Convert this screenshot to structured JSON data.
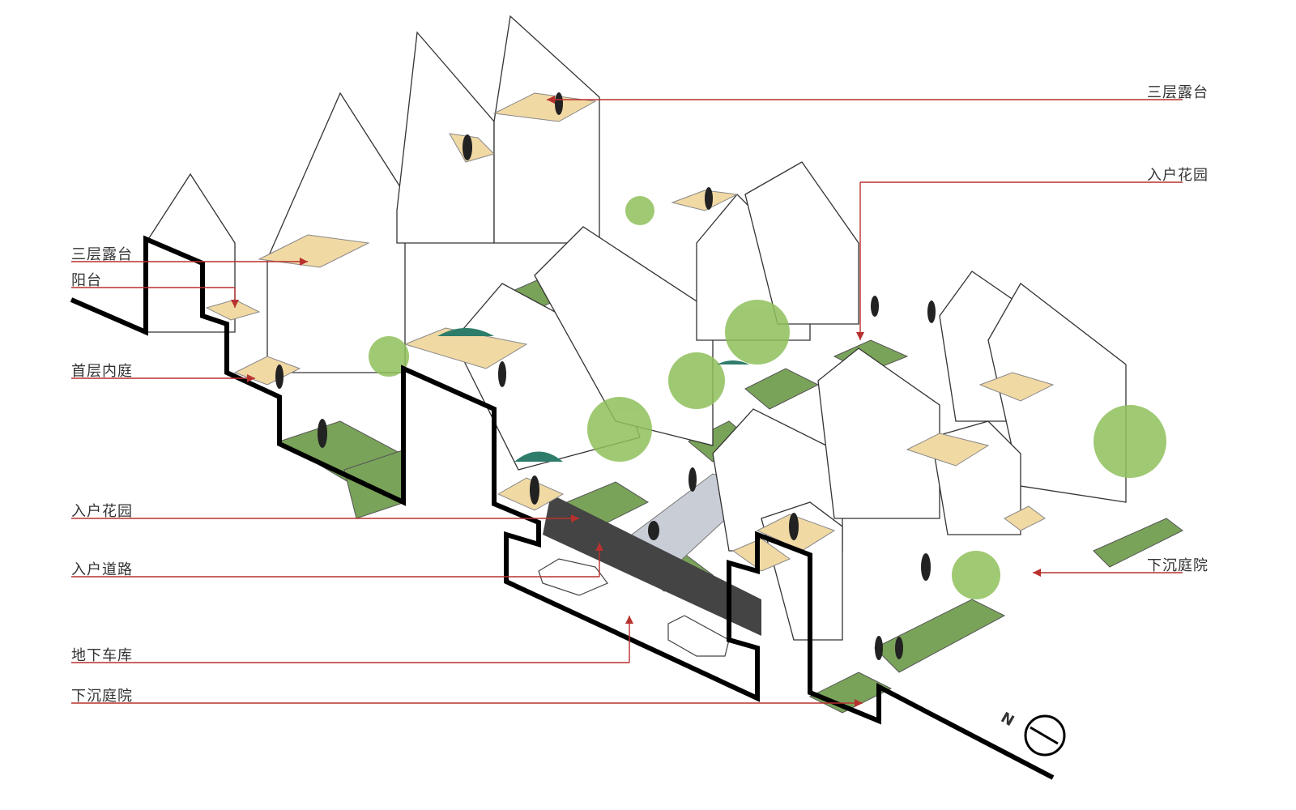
{
  "colors": {
    "leader": "#b8312f",
    "section": "#000000",
    "terrace": "#f1d9a4",
    "glass": "#bfe6ea",
    "grass": "#7aa35a",
    "road": "#c9cdd6",
    "ramp": "#444444",
    "tree": "#8fbf5a"
  },
  "labels_left": [
    {
      "id": "terrace-3f",
      "text": "三层露台"
    },
    {
      "id": "balcony",
      "text": "阳台"
    },
    {
      "id": "courtyard-1f",
      "text": "首层内庭"
    },
    {
      "id": "entry-garden",
      "text": "入户花园"
    },
    {
      "id": "entry-road",
      "text": "入户道路"
    },
    {
      "id": "underground-garage",
      "text": "地下车库"
    },
    {
      "id": "sunken-yard",
      "text": "下沉庭院"
    }
  ],
  "labels_right": [
    {
      "id": "terrace-3f",
      "text": "三层露台"
    },
    {
      "id": "entry-garden",
      "text": "入户花园"
    },
    {
      "id": "sunken-yard",
      "text": "下沉庭院"
    }
  ],
  "north_arrow": {
    "letter": "N",
    "icon": "north-arrow-icon"
  }
}
